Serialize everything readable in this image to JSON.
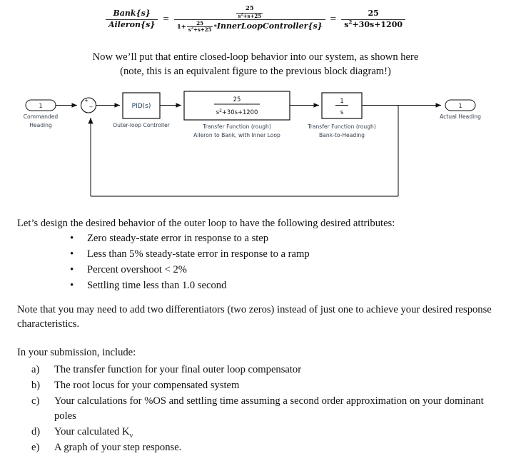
{
  "equation": {
    "lhs": {
      "numerator": "Bank{s}",
      "denominator": "Aileron{s}"
    },
    "equals_1": "=",
    "middle": {
      "numerator": {
        "num": "25",
        "den_base": "s",
        "den_exp": "2",
        "den_rest": "+s+25"
      },
      "denominator": {
        "one_plus": "1+",
        "inner_num": "25",
        "inner_den_base": "s",
        "inner_den_exp": "2",
        "inner_den_rest": "+s+25",
        "times": "*",
        "controller": "InnerLoopController{s}"
      }
    },
    "equals_2": "=",
    "rhs": {
      "numerator": "25",
      "den_base": "s",
      "den_exp": "2",
      "den_rest": "+30s+1200"
    }
  },
  "intro": {
    "line1": "Now we’ll put that entire closed-loop behavior into our system, as shown here",
    "line2": "(note, this is an equivalent figure to the previous block diagram!)"
  },
  "diagram": {
    "input_port": {
      "number": "1",
      "label_line1": "Commanded",
      "label_line2": "Heading"
    },
    "sum_junction": {
      "plus_sign": "+",
      "minus_sign": "−"
    },
    "controller_block": {
      "text": "PID(s)",
      "label": "Outer-loop Controller"
    },
    "plant_block": {
      "numerator": "25",
      "den_base": "s",
      "den_exp": "2",
      "den_rest": "+30s+1200",
      "label_line1": "Transfer Function (rough)",
      "label_line2": "Aileron to Bank, with Inner Loop"
    },
    "integrator_block": {
      "numerator": "1",
      "denominator": "s",
      "label_line1": "Transfer Function (rough)",
      "label_line2": "Bank-to-Heading"
    },
    "output_port": {
      "number": "1",
      "label": "Actual Heading"
    }
  },
  "attributes_section": {
    "intro": "Let’s design the desired behavior of the outer loop to have the following desired attributes:",
    "items": [
      "Zero steady-state error in response to a step",
      "Less than 5% steady-state error in response to a ramp",
      "Percent overshoot < 2%",
      "Settling time less than 1.0 second"
    ]
  },
  "note": "Note that you may need to add two differentiators (two zeros) instead of just one to achieve your desired response characteristics.",
  "submission_section": {
    "intro": "In your submission, include:",
    "items": [
      {
        "marker": "a)",
        "text": "The transfer function for your final outer loop compensator"
      },
      {
        "marker": "b)",
        "text": "The root locus for your compensated system"
      },
      {
        "marker": "c)",
        "text": "Your calculations for %OS and settling time assuming a second order approximation on your dominant poles"
      },
      {
        "marker": "d)",
        "text_pre": "Your calculated K",
        "text_sub": "v",
        "text_post": ""
      },
      {
        "marker": "e)",
        "text": "A graph of your step response."
      }
    ]
  },
  "colors": {
    "text": "#111111",
    "diagram_label": "#36414d",
    "block_text": "#16314f",
    "line": "#333333"
  }
}
